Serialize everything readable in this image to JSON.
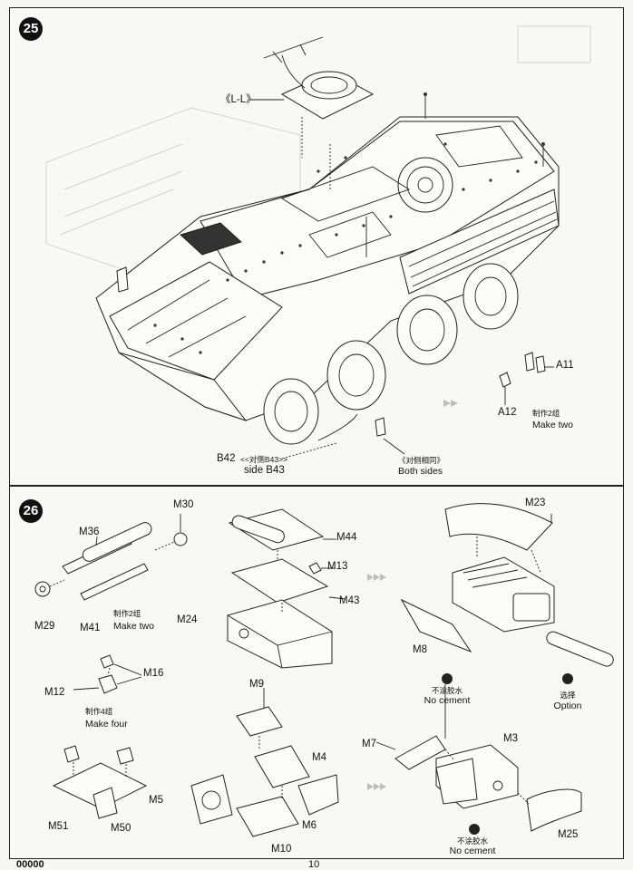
{
  "steps": {
    "s25": "25",
    "s26": "26"
  },
  "step25": {
    "ll": "《L-L》",
    "a11": "A11",
    "a12": "A12",
    "make_two_cn": "制作2组",
    "make_two": "Make two",
    "b42": "B42",
    "opp_cn": "<<对侧B43>>",
    "side_b43": "side B43",
    "both_cn": "《对侧相同》",
    "both_sides": "Both sides"
  },
  "step26": {
    "m30": "M30",
    "m36": "M36",
    "m29": "M29",
    "m41": "M41",
    "make_two_cn": "制作2组",
    "make_two": "Make two",
    "m44": "M44",
    "m13": "M13",
    "m43": "M43",
    "m24": "M24",
    "m23": "M23",
    "m8": "M8",
    "option_cn": "选择",
    "option": "Option",
    "m16": "M16",
    "m12": "M12",
    "make_four_cn": "制作4组",
    "make_four": "Make four",
    "m9": "M9",
    "m4": "M4",
    "m5": "M5",
    "m6": "M6",
    "m10": "M10",
    "m51": "M51",
    "m50": "M50",
    "no_cement_cn_1": "不涂胶水",
    "no_cement_1": "No cement",
    "m7": "M7",
    "m3": "M3",
    "m25": "M25",
    "no_cement_cn_2": "不涂胶水",
    "no_cement_2": "No cement"
  },
  "footer": {
    "code": "00000",
    "page": "10"
  }
}
